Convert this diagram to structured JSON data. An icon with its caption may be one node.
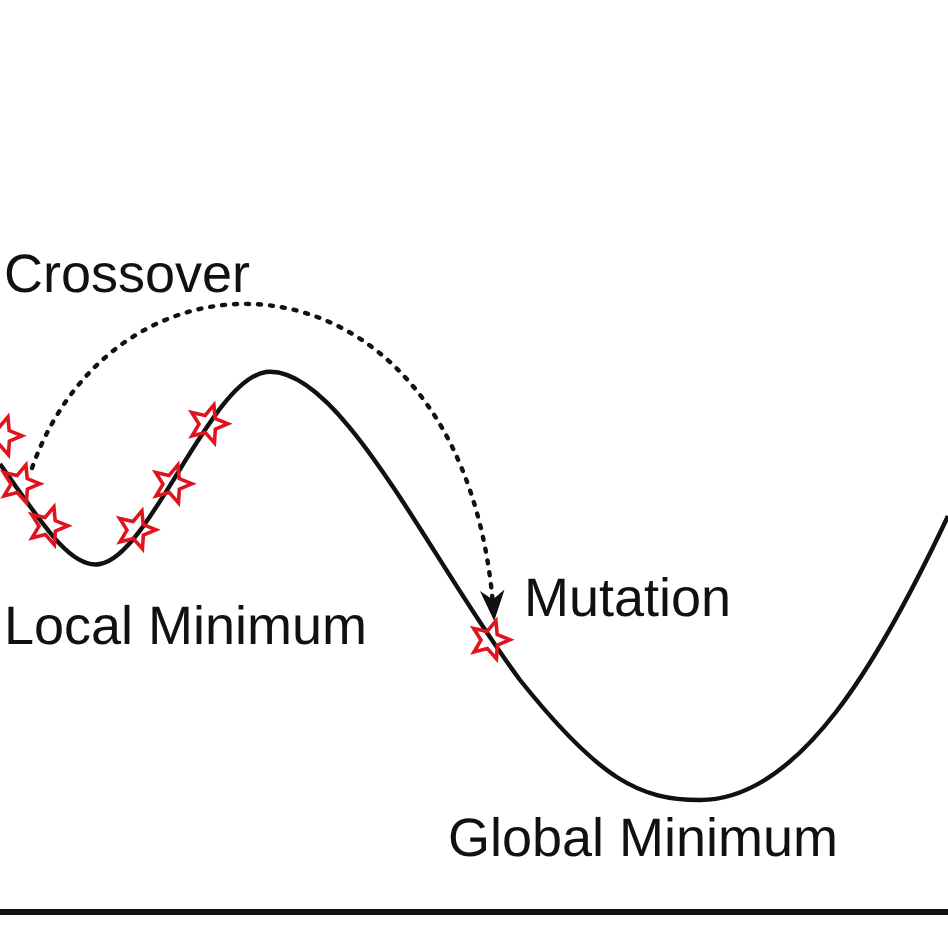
{
  "diagram": {
    "nodes": [
      {
        "text": [],
        "shape": "star"
      },
      {
        "text": [],
        "shape": "star"
      }
    ],
    "edges": [
      {
        "from": 0,
        "to": 1,
        "arrow": "to",
        "style": "dashed"
      }
    ],
    "labels": [
      "Crossover",
      "Local Minimum",
      "Mutation",
      "Global Minimum"
    ]
  }
}
